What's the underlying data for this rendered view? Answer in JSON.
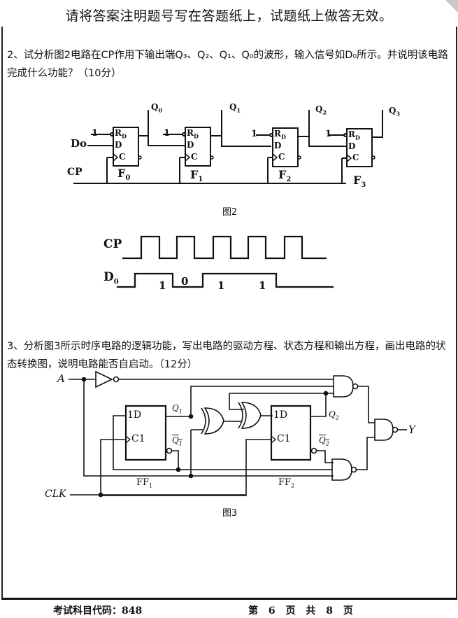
{
  "header": {
    "notice": "请将答案注明题号写在答题纸上，试题纸上做答无效。"
  },
  "question2": {
    "text": "2、试分析图2电路在CP作用下输出端Q₃、Q₂、Q₁、Q₀的波形，输入信号如D₀所示。并说明该电路完成什么功能？（10分）",
    "figure_caption": "图2",
    "circuit": {
      "input_label": "Do",
      "clock_label": "CP",
      "reset_value": "1",
      "flipflops": [
        {
          "name": "F0",
          "sub": "0",
          "output": "Q",
          "output_sub": "0"
        },
        {
          "name": "F1",
          "sub": "1",
          "output": "Q",
          "output_sub": "1"
        },
        {
          "name": "F2",
          "sub": "2",
          "output": "Q",
          "output_sub": "2"
        },
        {
          "name": "F3",
          "sub": "3",
          "output": "Q",
          "output_sub": "3"
        }
      ],
      "pins": {
        "rd": "R",
        "rd_sub": "D",
        "d": "D",
        "c": "C"
      }
    },
    "waveform": {
      "cp_label": "CP",
      "d0_label": "D",
      "d0_sub": "0",
      "cp_pulses": 5,
      "d0_bits": [
        "1",
        "0",
        "1",
        "1"
      ]
    }
  },
  "question3": {
    "text": "3、分析图3所示时序电路的逻辑功能，写出电路的驱动方程、状态方程和输出方程，画出电路的状态转换图，说明电路能否自启动。（12分）",
    "figure_caption": "图3",
    "circuit": {
      "input_a": "A",
      "clock": "CLK",
      "output_y": "Y",
      "ff1": {
        "label": "FF",
        "sub": "1",
        "d": "1D",
        "c": "C1",
        "q": "Q",
        "q_sub": "1",
        "qn": "Q",
        "qn_sub": "1"
      },
      "ff2": {
        "label": "FF",
        "sub": "2",
        "d": "1D",
        "c": "C1",
        "q": "Q",
        "q_sub": "2",
        "qn": "Q",
        "qn_sub": "2"
      }
    }
  },
  "footer": {
    "subject_code": "考试科目代码：848",
    "page_info": "第 6 页 共 8 页"
  }
}
